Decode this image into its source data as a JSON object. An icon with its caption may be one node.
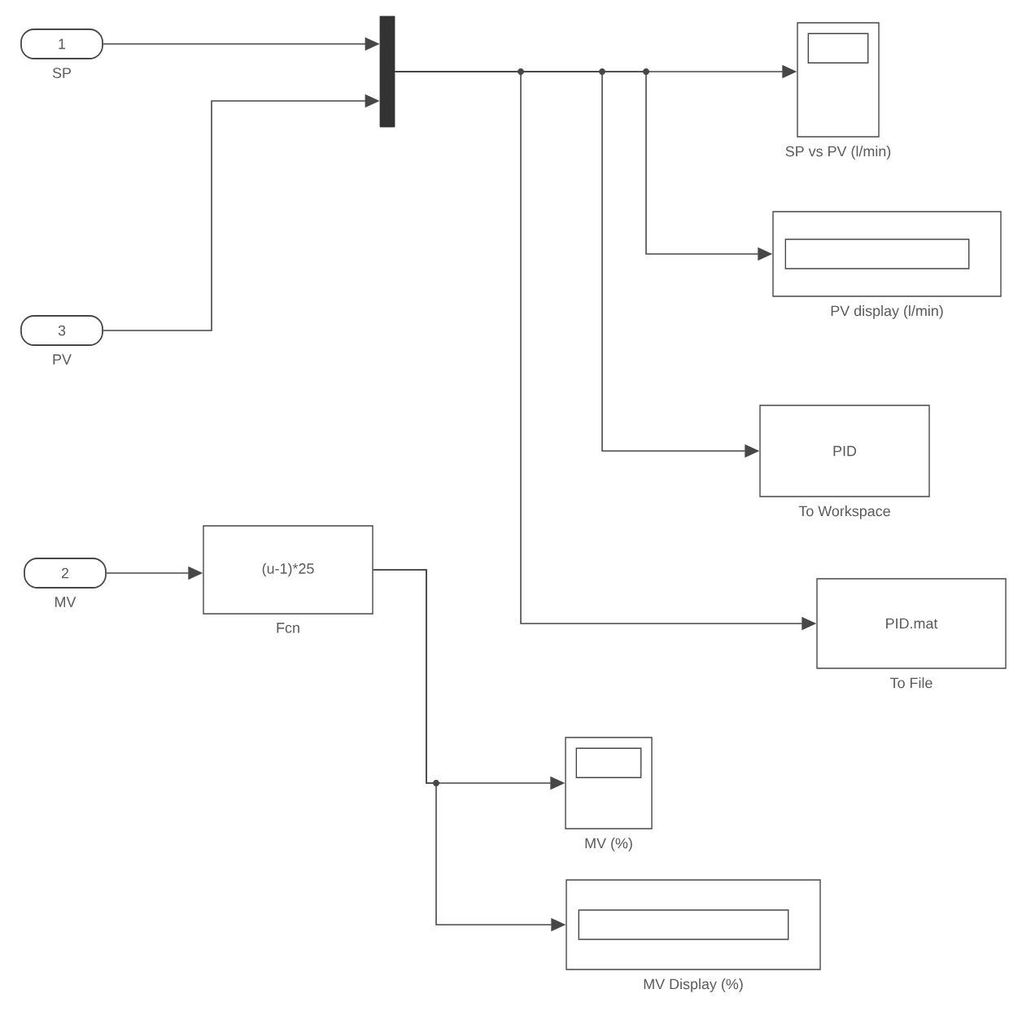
{
  "diagram": {
    "nodes": [
      {
        "text": [
          "1",
          "SP"
        ]
      },
      {
        "text": [
          "3",
          "PV"
        ]
      },
      {
        "text": [
          "2",
          "MV"
        ]
      },
      {
        "text": [],
        "shape": "bar"
      },
      {
        "text": [
          "SP vs PV (l/min)"
        ]
      },
      {
        "text": [
          "PV display (l/min)"
        ]
      },
      {
        "text": [
          "PID",
          "To Workspace"
        ]
      },
      {
        "text": [
          "PID.mat",
          "To File"
        ]
      },
      {
        "text": [
          "(u-1)*25",
          "Fcn"
        ]
      },
      {
        "text": [
          "MV (%)"
        ]
      },
      {
        "text": [
          "MV Display (%)"
        ]
      }
    ],
    "edges": [
      {
        "from": 0,
        "to": 3,
        "arrow": "to"
      },
      {
        "from": 1,
        "to": 3,
        "arrow": "to"
      },
      {
        "from": 3,
        "to": 4,
        "arrow": "to"
      },
      {
        "from": 3,
        "to": 5,
        "arrow": "to"
      },
      {
        "from": 3,
        "to": 6,
        "arrow": "to"
      },
      {
        "from": 3,
        "to": 7,
        "arrow": "to"
      },
      {
        "from": 2,
        "to": 8,
        "arrow": "to"
      },
      {
        "from": 8,
        "to": 9,
        "arrow": "to"
      },
      {
        "from": 8,
        "to": 10,
        "arrow": "to"
      }
    ]
  }
}
